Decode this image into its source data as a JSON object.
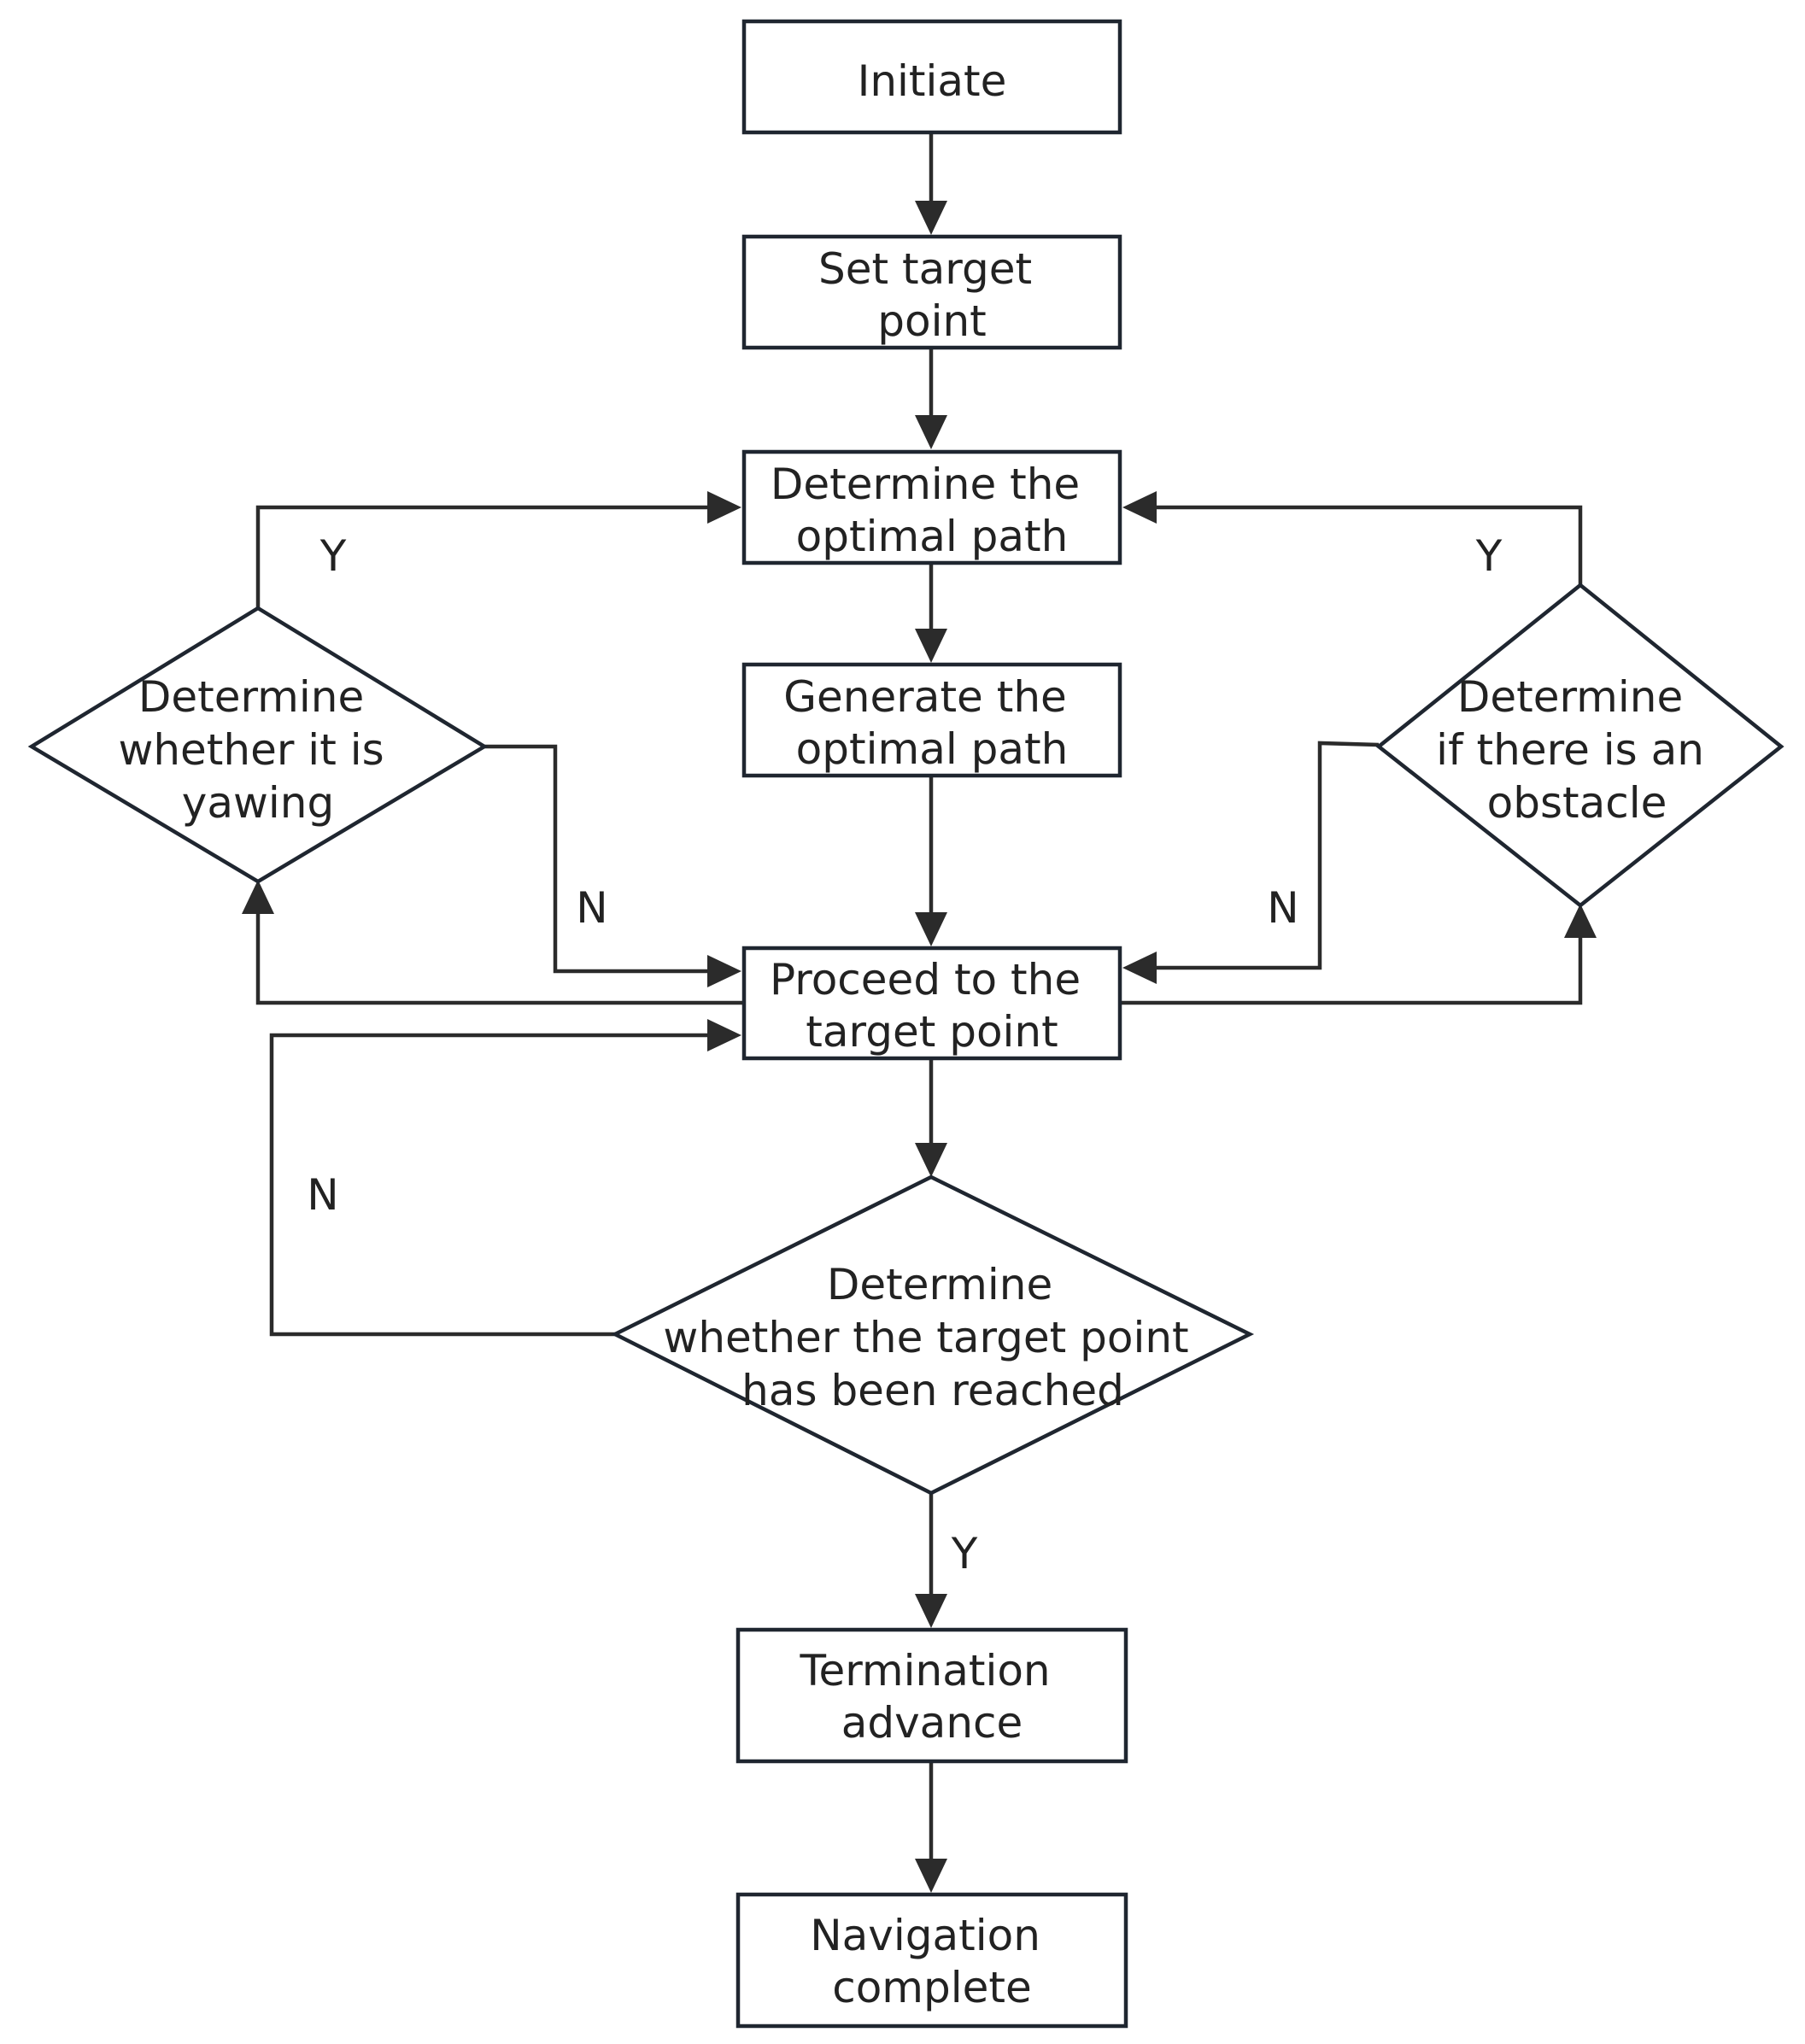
{
  "nodes": {
    "initiate": [
      "Initiate"
    ],
    "set_target": [
      "Set target",
      "point"
    ],
    "determine_path": [
      "Determine the",
      "optimal path"
    ],
    "generate_path": [
      "Generate the",
      "optimal path"
    ],
    "proceed": [
      "Proceed to the",
      "target point"
    ],
    "check_yawing": [
      "Determine",
      "whether it is",
      "yawing"
    ],
    "check_obstacle": [
      "Determine",
      "if there is an",
      "obstacle"
    ],
    "check_reached": [
      "Determine",
      "whether the target point",
      "has been reached"
    ],
    "termination": [
      "Termination",
      "advance"
    ],
    "complete": [
      "Navigation",
      "complete"
    ]
  },
  "edge_labels": {
    "yawing_yes": "Y",
    "yawing_no": "N",
    "obstacle_yes": "Y",
    "obstacle_no": "N",
    "reached_no": "N",
    "reached_yes": "Y"
  },
  "colors": {
    "stroke": "#1f2630",
    "arrow": "#2b2b2b",
    "text": "#222222"
  }
}
